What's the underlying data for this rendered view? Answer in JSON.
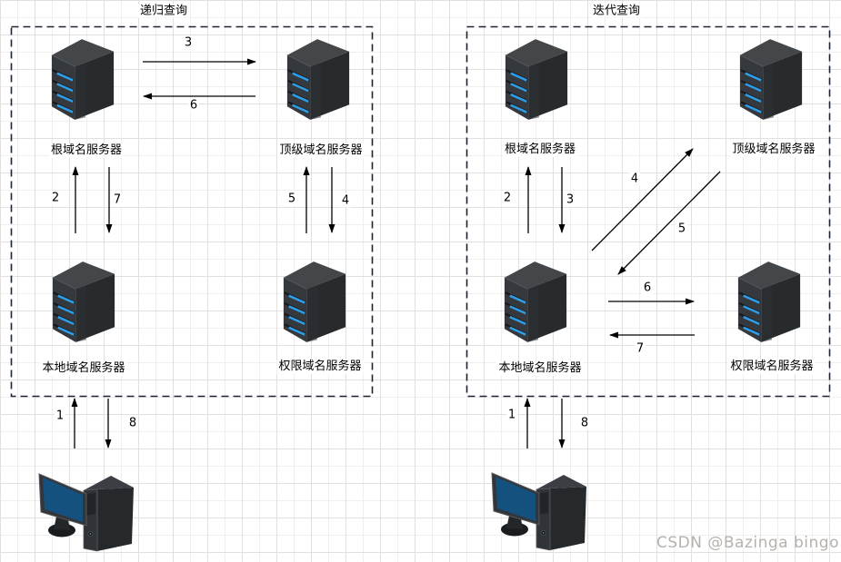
{
  "left_panel": {
    "title": "递归查询",
    "nodes": {
      "root": {
        "label": "根域名服务器"
      },
      "tld": {
        "label": "顶级域名服务器"
      },
      "local": {
        "label": "本地域名服务器"
      },
      "auth": {
        "label": "权限域名服务器"
      }
    },
    "arrows": {
      "step1": "1",
      "step2": "2",
      "step3": "3",
      "step4": "4",
      "step5": "5",
      "step6": "6",
      "step7": "7",
      "step8": "8"
    }
  },
  "right_panel": {
    "title": "迭代查询",
    "nodes": {
      "root": {
        "label": "根域名服务器"
      },
      "tld": {
        "label": "顶级域名服务器"
      },
      "local": {
        "label": "本地域名服务器"
      },
      "auth": {
        "label": "权限域名服务器"
      }
    },
    "arrows": {
      "step1": "1",
      "step2": "2",
      "step3": "3",
      "step4": "4",
      "step5": "5",
      "step6": "6",
      "step7": "7",
      "step8": "8"
    }
  },
  "watermark": "CSDN @Bazinga bingo",
  "icons": {
    "server": "server-icon",
    "client": "desktop-pc-icon"
  },
  "colors": {
    "led_blue": "#2e9ee8",
    "screen_blue": "#15517f",
    "dashed_border": "#1c2434",
    "watermark_gray": "#b6b1ac",
    "arrow_black": "#000000"
  }
}
